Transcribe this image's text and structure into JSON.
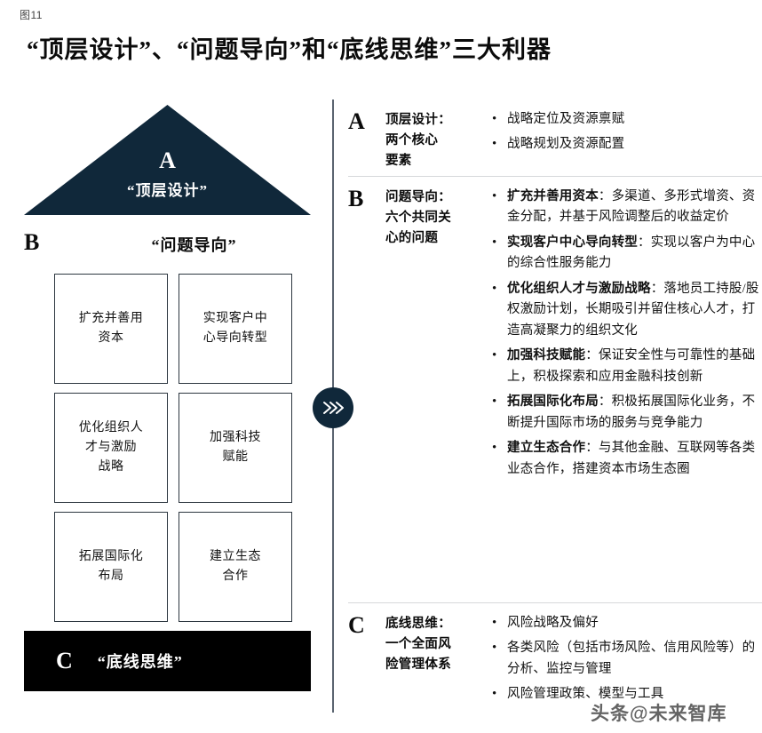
{
  "figure_number": "图11",
  "title": "“顶层设计”、“问题导向”和“底线思维”三大利器",
  "watermark": "头条@未来智库",
  "colors": {
    "navy": "#10283a",
    "black": "#000000",
    "divider": "#d6d8da",
    "box_border": "#2d3740"
  },
  "left_diagram": {
    "triangle": {
      "letter": "A",
      "label": "“顶层设计”"
    },
    "middle": {
      "letter": "B",
      "label": "“问题导向”",
      "boxes": [
        "扩充并善用\n资本",
        "实现客户中\n心导向转型",
        "优化组织人\n才与激励\n战略",
        "加强科技\n赋能",
        "拓展国际化\n布局",
        "建立生态\n合作"
      ]
    },
    "bottom": {
      "letter": "C",
      "label": "“底线思维”"
    },
    "chevron_icon": "triple-chevron-right"
  },
  "right_panel": {
    "sections": [
      {
        "letter": "A",
        "heading": "顶层设计：\n两个核心\n要素",
        "bullets": [
          {
            "bold": "",
            "rest": "战略定位及资源禀赋"
          },
          {
            "bold": "",
            "rest": "战略规划及资源配置"
          }
        ]
      },
      {
        "letter": "B",
        "heading": "问题导向：\n六个共同关\n心的问题",
        "bullets": [
          {
            "bold": "扩充并善用资本",
            "rest": "：多渠道、多形式增资、资金分配，并基于风险调整后的收益定价"
          },
          {
            "bold": "实现客户中心导向转型",
            "rest": "：实现以客户为中心的综合性服务能力"
          },
          {
            "bold": "优化组织人才与激励战略",
            "rest": "：落地员工持股/股权激励计划，长期吸引并留住核心人才，打造高凝聚力的组织文化"
          },
          {
            "bold": "加强科技赋能",
            "rest": "：保证安全性与可靠性的基础上，积极探索和应用金融科技创新"
          },
          {
            "bold": "拓展国际化布局",
            "rest": "：积极拓展国际化业务，不断提升国际市场的服务与竞争能力"
          },
          {
            "bold": "建立生态合作",
            "rest": "：与其他金融、互联网等各类业态合作，搭建资本市场生态圈"
          }
        ]
      },
      {
        "letter": "C",
        "heading": "底线思维：\n一个全面风\n险管理体系",
        "bullets": [
          {
            "bold": "",
            "rest": "风险战略及偏好"
          },
          {
            "bold": "",
            "rest": "各类风险（包括市场风险、信用风险等）的分析、监控与管理"
          },
          {
            "bold": "",
            "rest": "风险管理政策、模型与工具"
          }
        ]
      }
    ]
  }
}
